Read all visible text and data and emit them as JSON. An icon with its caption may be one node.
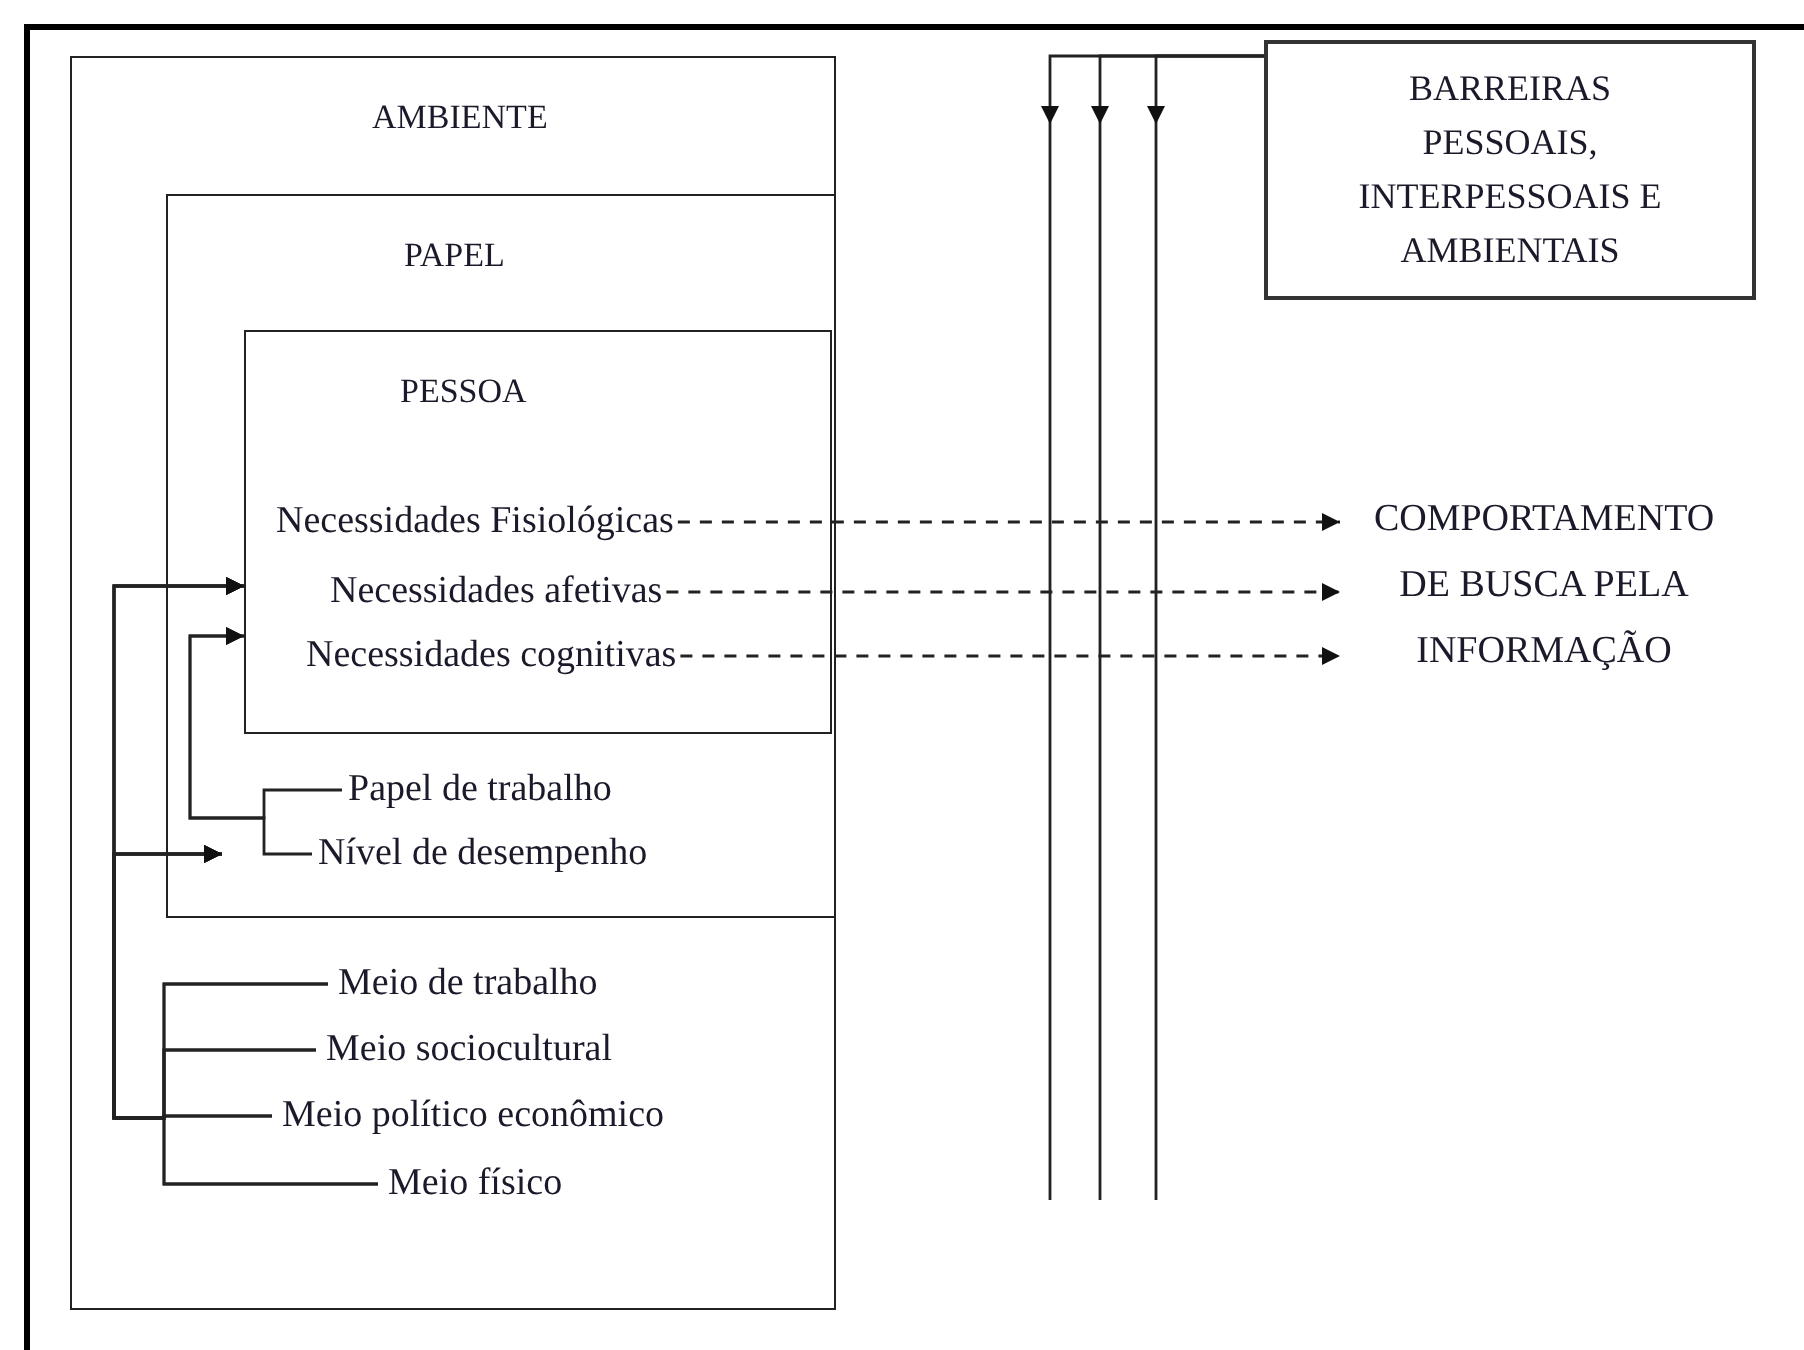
{
  "diagram": {
    "nodes": [
      {
        "text": [
          "AMBIENTE"
        ]
      },
      {
        "text": [
          "PAPEL"
        ],
        "in": 0
      },
      {
        "text": [
          "PESSOA"
        ],
        "in": 1
      },
      {
        "text": [
          "Necessidades Fisiológicas"
        ],
        "in": 2
      },
      {
        "text": [
          "Necessidades afetivas"
        ],
        "in": 2
      },
      {
        "text": [
          "Necessidades cognitivas"
        ],
        "in": 2
      },
      {
        "text": [
          "Papel de trabalho"
        ],
        "in": 1
      },
      {
        "text": [
          "Nível de desempenho"
        ],
        "in": 1
      },
      {
        "text": [
          "Meio de trabalho"
        ],
        "in": 0
      },
      {
        "text": [
          "Meio sociocultural"
        ],
        "in": 0
      },
      {
        "text": [
          "Meio político econômico"
        ],
        "in": 0
      },
      {
        "text": [
          "Meio físico"
        ],
        "in": 0
      },
      {
        "text": [
          "BARREIRAS PESSOAIS, INTERPESSOAIS E AMBIENTAIS"
        ]
      },
      {
        "text": [
          "COMPORTAMENTO DE BUSCA PELA INFORMAÇÃO"
        ]
      }
    ],
    "edges": [
      {
        "from": 3,
        "to": 13,
        "arrow": "to",
        "style": "dashed"
      },
      {
        "from": 4,
        "to": 13,
        "arrow": "to",
        "style": "dashed"
      },
      {
        "from": 5,
        "to": 13,
        "arrow": "to",
        "style": "dashed"
      },
      {
        "from": 6,
        "to": 2,
        "arrow": "to"
      },
      {
        "from": 7,
        "to": 2,
        "arrow": "to"
      },
      {
        "from": 8,
        "to": 2,
        "arrow": "to"
      },
      {
        "from": 9,
        "to": 2,
        "arrow": "to"
      },
      {
        "from": 10,
        "to": 2,
        "arrow": "to"
      },
      {
        "from": 11,
        "to": 2,
        "arrow": "to"
      },
      {
        "from": 8,
        "to": 1,
        "arrow": "to"
      },
      {
        "from": 9,
        "to": 1,
        "arrow": "to"
      },
      {
        "from": 10,
        "to": 1,
        "arrow": "to"
      },
      {
        "from": 11,
        "to": 1,
        "arrow": "to"
      },
      {
        "from": 12,
        "to": null,
        "arrow": "to"
      },
      {
        "from": 12,
        "to": null,
        "arrow": "to"
      },
      {
        "from": 12,
        "to": null,
        "arrow": "to"
      }
    ]
  }
}
